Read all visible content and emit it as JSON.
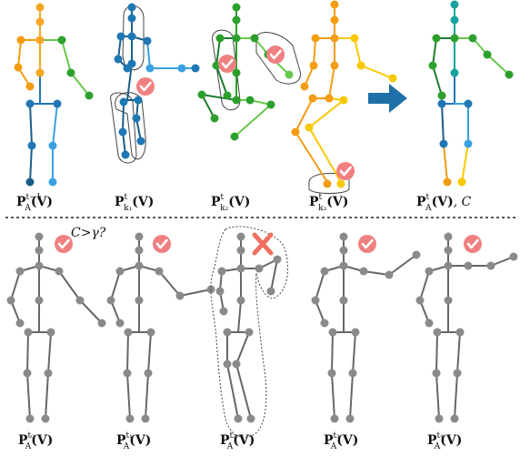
{
  "colors": {
    "orange": "#f39c12",
    "lightOrange": "#f5a623",
    "yellow": "#f8c800",
    "darkBlue": "#1a5e8a",
    "blue": "#1f77b4",
    "lightBlue": "#3aa0e0",
    "darkGreen": "#1e7b2e",
    "green": "#2ca02c",
    "lightGreen": "#66c94a",
    "teal": "#17a2a0",
    "gray": "#8a8a8a",
    "grayLine": "#666666",
    "check": "#f08080",
    "cross": "#f07060",
    "arrow": "#1f6fa8"
  },
  "top_labels": [
    {
      "base": "P",
      "sub": "A",
      "sup": "t−1",
      "arg": "(V)"
    },
    {
      "base": "P",
      "sub": "k₁",
      "sup": "t",
      "arg": "(V)"
    },
    {
      "base": "P",
      "sub": "k₂",
      "sup": "t",
      "arg": "(V)"
    },
    {
      "base": "P",
      "sub": "k₃",
      "sup": "t",
      "arg": "(V)"
    },
    {
      "base": "P",
      "sub": "A",
      "sup": "t",
      "arg": "(V)",
      "extra": ", C"
    }
  ],
  "bottom_labels": [
    {
      "base": "P",
      "sub": "A",
      "sup": "t₀",
      "arg": "(V)"
    },
    {
      "base": "P",
      "sub": "A",
      "sup": "t₁",
      "arg": "(V)"
    },
    {
      "base": "P",
      "sub": "A",
      "sup": "t₂",
      "arg": "(V)"
    },
    {
      "base": "P",
      "sub": "A",
      "sup": "t₃",
      "arg": "(V)"
    },
    {
      "base": "P",
      "sub": "A",
      "sup": "t₄",
      "arg": "(V)"
    }
  ],
  "threshold_text": "C>γ?",
  "icons": {
    "check": "check-icon",
    "cross": "cross-icon",
    "arrow": "arrow-right-icon"
  }
}
